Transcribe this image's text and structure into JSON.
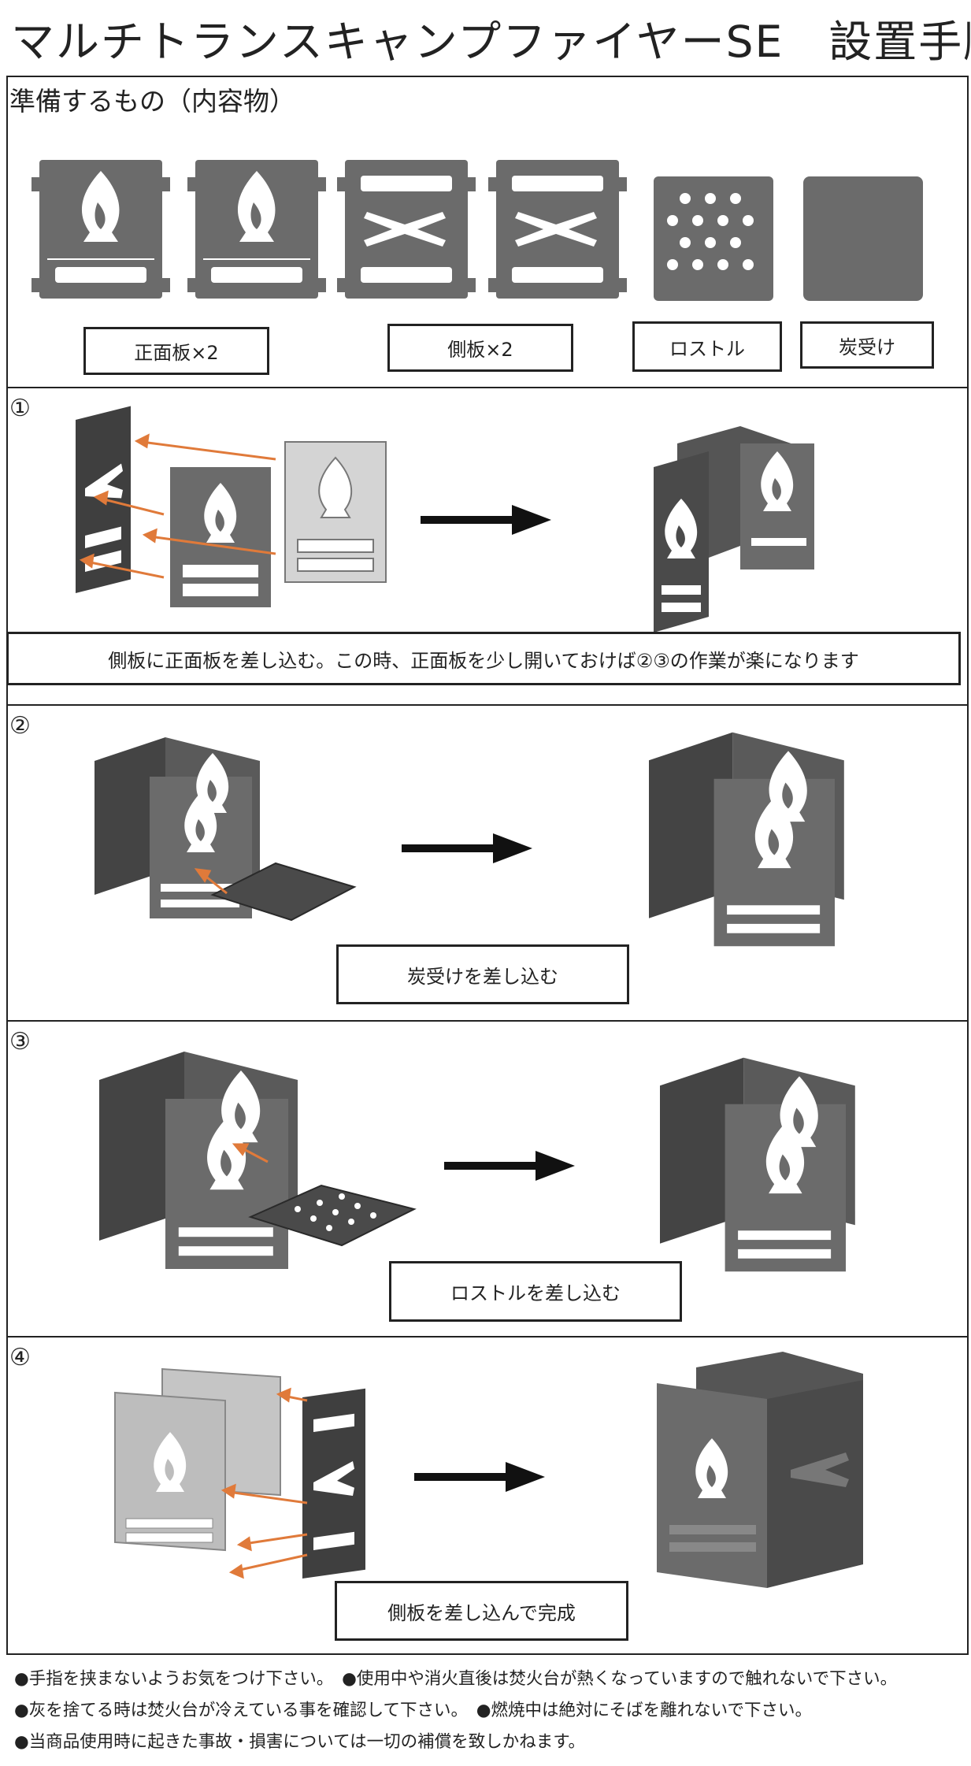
{
  "title": "マルチトランスキャンプファイヤーSE　設置手順",
  "contents": {
    "heading": "準備するもの（内容物）",
    "labels": [
      "正面板×2",
      "側板×2",
      "ロストル",
      "炭受け"
    ]
  },
  "steps": [
    {
      "num": "①",
      "caption": "側板に正面板を差し込む。この時、正面板を少し開いておけば②③の作業が楽になります"
    },
    {
      "num": "②",
      "caption": "炭受けを差し込む"
    },
    {
      "num": "③",
      "caption": "ロストルを差し込む"
    },
    {
      "num": "④",
      "caption": "側板を差し込んで完成"
    }
  ],
  "notes": [
    "●手指を挟まないようお気をつけ下さい。　●使用中や消火直後は焚火台が熱くなっていますので触れないで下さい。",
    "●灰を捨てる時は焚火台が冷えている事を確認して下さい。　●燃焼中は絶対にそばを離れないで下さい。",
    "●当商品使用時に起きた事故・損害については一切の補償を致しかねます。"
  ],
  "colors": {
    "plate": "#6b6b6b",
    "plate_dark": "#4a4a4a",
    "plate_light": "#cfcfcf",
    "arrow_orange": "#e07a3a",
    "arrow_black": "#111111"
  }
}
